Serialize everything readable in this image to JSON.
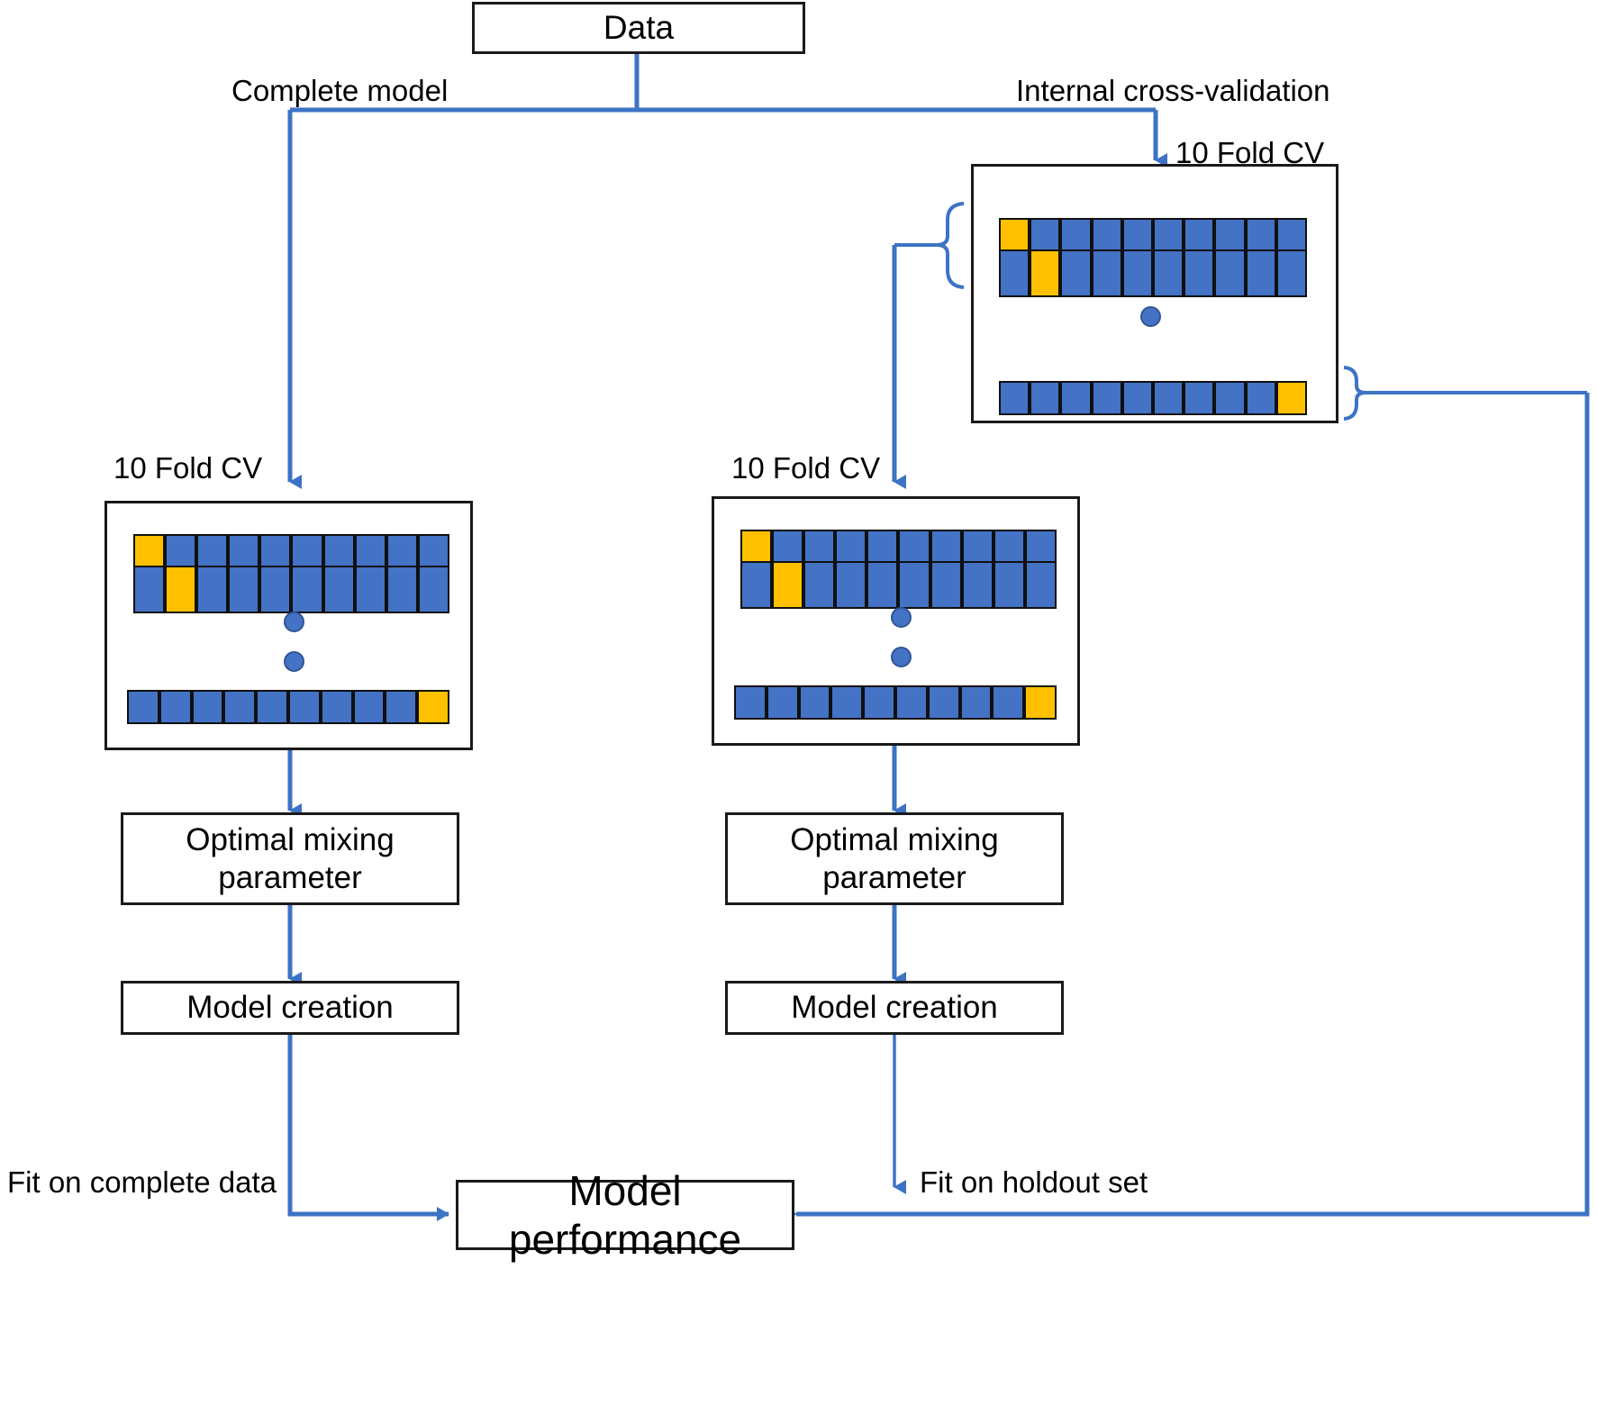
{
  "diagram": {
    "title": "Model building and validation workflow",
    "colors": {
      "fold_fill": "#4472c4",
      "fold_highlight": "#ffc000",
      "connector": "#4472c4",
      "box_border": "#1a1a1a",
      "background": "#ffffff"
    }
  },
  "nodes": {
    "data": "Data",
    "optimal_mixing_left": "Optimal  mixing parameter",
    "optimal_mixing_right": "Optimal  mixing parameter",
    "model_creation_left": "Model  creation",
    "model_creation_right": "Model  creation",
    "model_performance": "Model performance"
  },
  "edge_labels": {
    "complete_model": "Complete model",
    "internal_cross_validation": "Internal cross-validation",
    "fit_on_complete_data": "Fit on complete data",
    "fit_on_holdout_set": "Fit on  holdout  set"
  },
  "cv_blocks": [
    {
      "id": "cv-top-right",
      "caption": "10 Fold CV",
      "folds": 10,
      "rows": [
        {
          "highlight_index": 0,
          "cells": [
            "hl",
            "fill",
            "fill",
            "fill",
            "fill",
            "fill",
            "fill",
            "fill",
            "fill",
            "fill"
          ]
        },
        {
          "highlight_index": 1,
          "cells": [
            "fill",
            "hl",
            "fill",
            "fill",
            "fill",
            "fill",
            "fill",
            "fill",
            "fill",
            "fill"
          ]
        },
        {
          "highlight_index": 9,
          "cells": [
            "fill",
            "fill",
            "fill",
            "fill",
            "fill",
            "fill",
            "fill",
            "fill",
            "fill",
            "hl"
          ]
        }
      ],
      "ellipsis_dots": 1
    },
    {
      "id": "cv-bottom-left",
      "caption": "10 Fold CV",
      "folds": 10,
      "rows": [
        {
          "highlight_index": 0,
          "cells": [
            "hl",
            "fill",
            "fill",
            "fill",
            "fill",
            "fill",
            "fill",
            "fill",
            "fill",
            "fill"
          ]
        },
        {
          "highlight_index": 1,
          "cells": [
            "fill",
            "hl",
            "fill",
            "fill",
            "fill",
            "fill",
            "fill",
            "fill",
            "fill",
            "fill"
          ]
        },
        {
          "highlight_index": 9,
          "cells": [
            "fill",
            "fill",
            "fill",
            "fill",
            "fill",
            "fill",
            "fill",
            "fill",
            "fill",
            "hl"
          ]
        }
      ],
      "ellipsis_dots": 3
    },
    {
      "id": "cv-bottom-right",
      "caption": "10 Fold CV",
      "folds": 10,
      "rows": [
        {
          "highlight_index": 0,
          "cells": [
            "hl",
            "fill",
            "fill",
            "fill",
            "fill",
            "fill",
            "fill",
            "fill",
            "fill",
            "fill"
          ]
        },
        {
          "highlight_index": 1,
          "cells": [
            "fill",
            "hl",
            "fill",
            "fill",
            "fill",
            "fill",
            "fill",
            "fill",
            "fill",
            "fill"
          ]
        },
        {
          "highlight_index": 9,
          "cells": [
            "fill",
            "fill",
            "fill",
            "fill",
            "fill",
            "fill",
            "fill",
            "fill",
            "fill",
            "hl"
          ]
        }
      ],
      "ellipsis_dots": 3
    }
  ]
}
